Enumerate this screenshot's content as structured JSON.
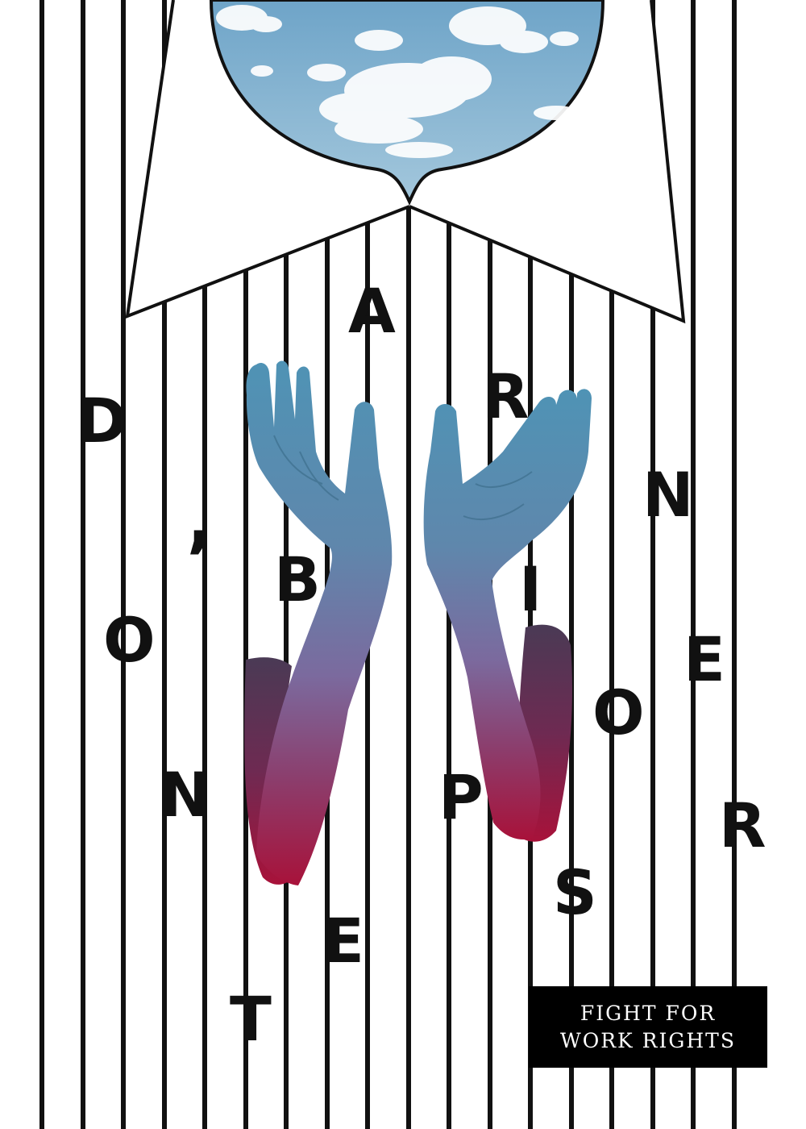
{
  "poster": {
    "scattered_letters": [
      "D",
      "’",
      "O",
      "N",
      "B",
      "T",
      "E",
      "A",
      "R",
      "N",
      "I",
      "E",
      "O",
      "P",
      "R",
      "S"
    ],
    "banner": {
      "line1": "FIGHT FOR",
      "line2": "WORK RIGHTS"
    }
  },
  "colors": {
    "background": "#ffffff",
    "stripes": "#111111",
    "sky_top": "#6ea4c8",
    "sky_bottom": "#9cc4dc",
    "hand_top": "#4f93b5",
    "arm_mid": "#7b6a9e",
    "arm_bottom": "#a8123a",
    "banner_bg": "#000000",
    "banner_text": "#ffffff"
  },
  "images": {
    "collar_window": "sky-with-clouds",
    "figure": "two-upturned-hands-and-forearms"
  }
}
